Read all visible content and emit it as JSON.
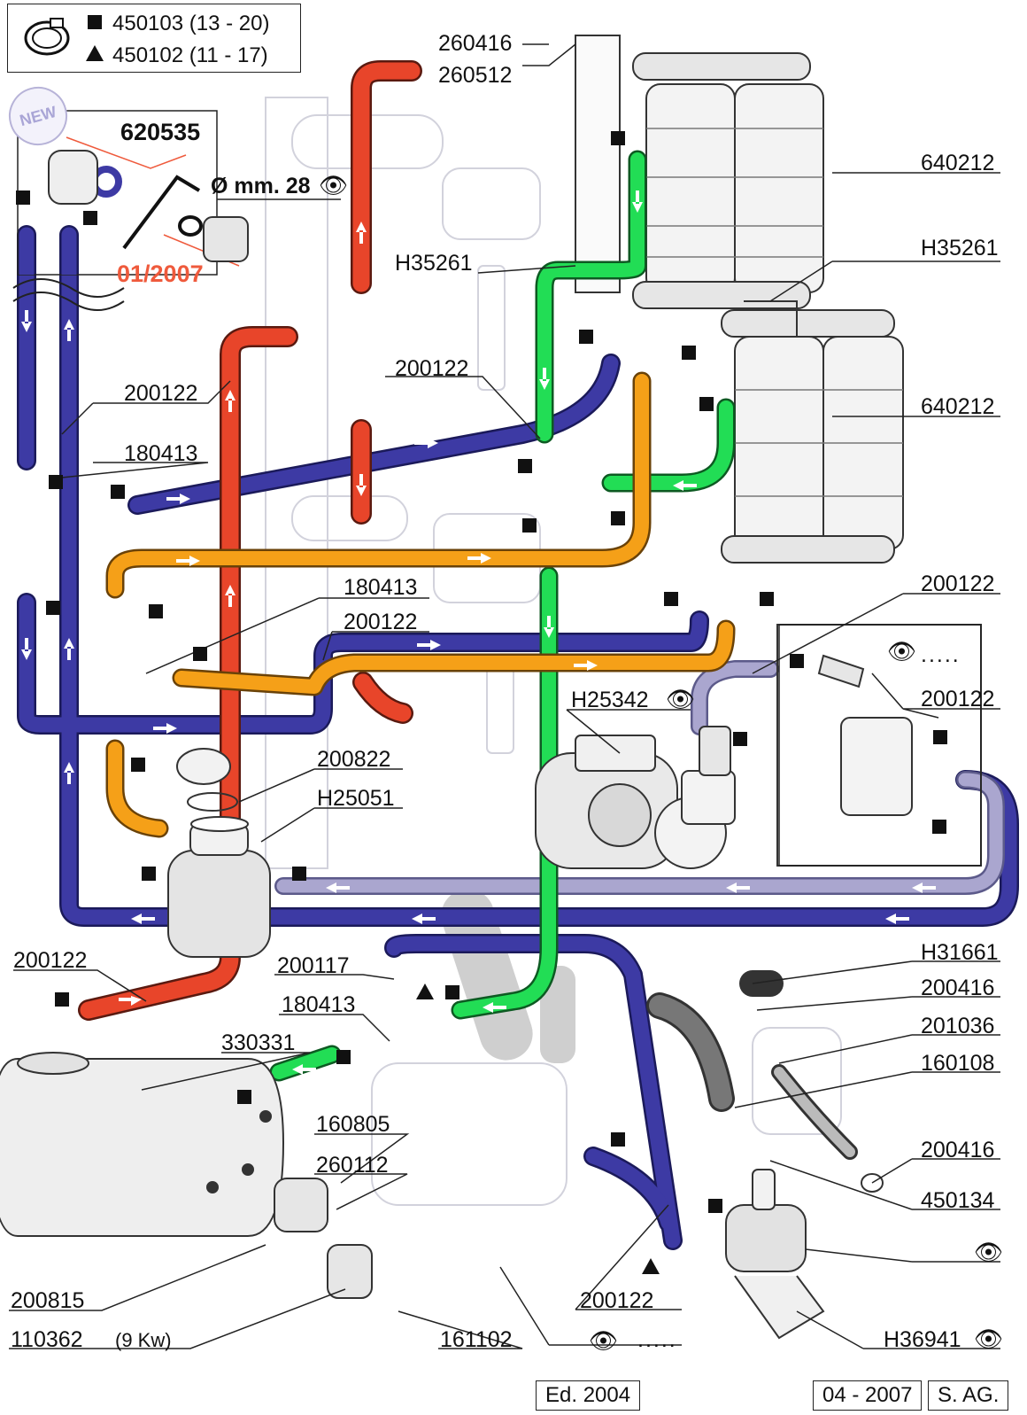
{
  "legend": {
    "square_text": "450103 (13 - 20)",
    "triangle_text": "450102 (11 - 17)"
  },
  "badge": "NEW",
  "labels": {
    "p620535": "620535",
    "diameter": "Ø mm. 28",
    "date_red": "01/2007",
    "p260416_top": "260416",
    "p260512": "260512",
    "p640212_a": "640212",
    "p640212_b": "640212",
    "p h35261_a": "H35261",
    "ph35261_a": "H35261",
    "ph35261_b": "H35261",
    "p200122_left": "200122",
    "p200122_mid": "200122",
    "p200122_right": "200122",
    "p200122_center": "200122",
    "p200122_boxright": "200122",
    "p180413_left": "180413",
    "p180413_center": "180413",
    "ph25342": "H25342",
    "p200822": "200822",
    "ph25051": "H25051",
    "p200122_bottomleft": "200122",
    "p200117": "200117",
    "p180413_bottom": "180413",
    "p330331": "330331",
    "p160805": "160805",
    "p260112": "260112",
    "p200815": "200815",
    "p110362": "110362",
    "p110362_note": "(9 Kw)",
    "p161102": "161102",
    "p200122_bottom": "200122",
    "ph31661": "H31661",
    "p200416_a": "200416",
    "p201036": "201036",
    "p160108": "160108",
    "p200416_b": "200416",
    "p450134": "450134",
    "ph36941": "H36941",
    "dots_right": ".....",
    "dots_bottom": "....."
  },
  "footer": {
    "edition": "Ed. 2004",
    "date": "04 - 2007",
    "company": "S. AG."
  },
  "colors": {
    "blue": "#3d3aa4",
    "blue_light": "#aaa6cf",
    "red": "#e8452a",
    "green": "#22dd55",
    "orange": "#f5a018",
    "ghost": "#c9c9d6"
  }
}
